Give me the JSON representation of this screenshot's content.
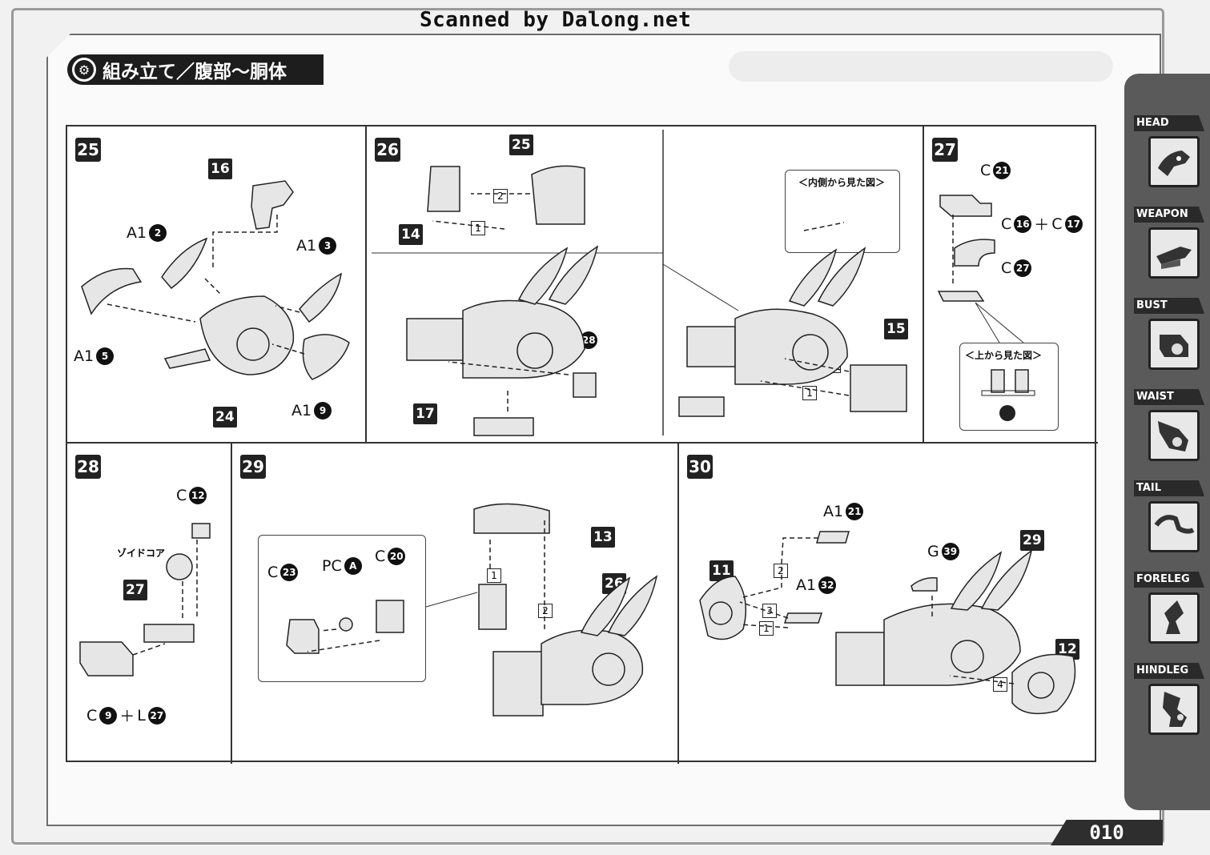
{
  "header": {
    "scan_credit": "Scanned by Dalong.net",
    "section_title": "組み立て／腹部～胴体"
  },
  "steps": {
    "s25": {
      "badge": "25",
      "parts": {
        "p16": "16",
        "p24": "24",
        "a1_2": {
          "frame": "A1",
          "num": "2"
        },
        "a1_3": {
          "frame": "A1",
          "num": "3"
        },
        "a1_5": {
          "frame": "A1",
          "num": "5"
        },
        "a1_9": {
          "frame": "A1",
          "num": "9"
        }
      }
    },
    "s26": {
      "badge": "26",
      "parts": {
        "p25": "25",
        "p14": "14",
        "p17": "17",
        "p15": "15",
        "c28": {
          "frame": "C",
          "num": "28"
        }
      },
      "order": [
        "1",
        "2"
      ],
      "callout_inside_view": "＜内側から見た図＞"
    },
    "s27": {
      "badge": "27",
      "c21": {
        "frame": "C",
        "num": "21"
      },
      "c16": {
        "frame": "C",
        "num": "16"
      },
      "plus": "＋",
      "c17": {
        "frame": "C",
        "num": "17"
      },
      "c27": {
        "frame": "C",
        "num": "27"
      },
      "callout_top_view": "＜上から見た図＞"
    },
    "s28": {
      "badge": "28",
      "c12": {
        "frame": "C",
        "num": "12"
      },
      "zoid_core": "ゾイドコア",
      "p27": "27",
      "c9": {
        "frame": "C",
        "num": "9"
      },
      "plus": "＋",
      "l27": {
        "frame": "L",
        "num": "27"
      }
    },
    "s29": {
      "badge": "29",
      "c23": {
        "frame": "C",
        "num": "23"
      },
      "pca": {
        "frame": "PC",
        "num": "A"
      },
      "c20": {
        "frame": "C",
        "num": "20"
      },
      "p13": "13",
      "p26": "26",
      "order": [
        "1",
        "2"
      ]
    },
    "s30": {
      "badge": "30",
      "a1_21": {
        "frame": "A1",
        "num": "21"
      },
      "a1_32": {
        "frame": "A1",
        "num": "32"
      },
      "g39": {
        "frame": "G",
        "num": "39"
      },
      "p11": "11",
      "p29": "29",
      "p12": "12",
      "order": [
        "1",
        "2",
        "3",
        "4"
      ]
    }
  },
  "side_tabs": [
    {
      "label": "HEAD",
      "icon": "head-icon"
    },
    {
      "label": "WEAPON",
      "icon": "weapon-icon"
    },
    {
      "label": "BUST",
      "icon": "bust-icon"
    },
    {
      "label": "WAIST",
      "icon": "waist-icon"
    },
    {
      "label": "TAIL",
      "icon": "tail-icon"
    },
    {
      "label": "FORELEG",
      "icon": "foreleg-icon"
    },
    {
      "label": "HINDLEG",
      "icon": "hindleg-icon"
    }
  ],
  "page_number": "010"
}
